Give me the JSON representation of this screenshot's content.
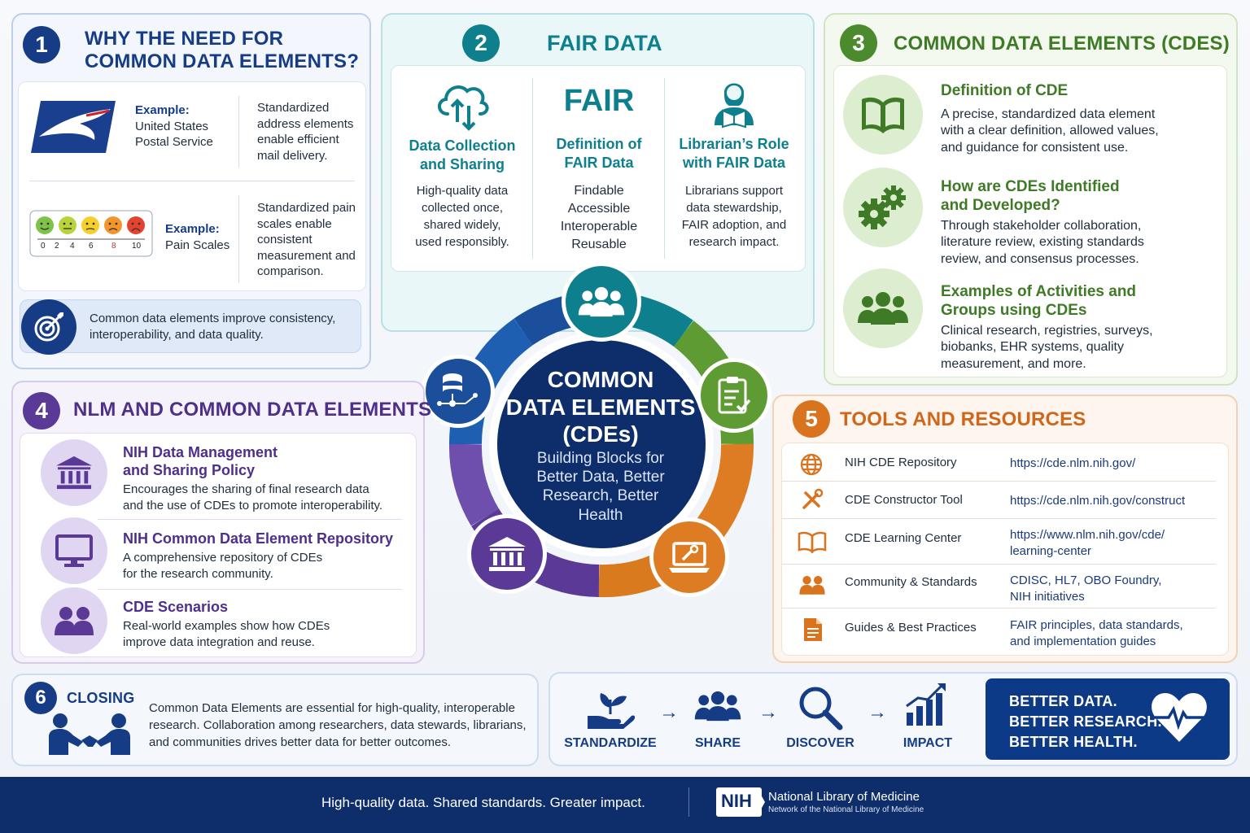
{
  "s1": {
    "number": "1",
    "title_line1": "WHY THE NEED FOR",
    "title_line2": "COMMON DATA ELEMENTS?",
    "usps": {
      "example_label": "Example:",
      "example_line1": "United States",
      "example_line2": "Postal Service",
      "desc": [
        "Standardized",
        "address elements",
        "enable efficient",
        "mail delivery."
      ]
    },
    "pain": {
      "scale_numbers": [
        "0",
        "2",
        "4",
        "6",
        "8",
        "10"
      ],
      "example_label": "Example:",
      "example_name": "Pain Scales",
      "desc": [
        "Standardized pain",
        "scales enable",
        "consistent",
        "measurement and",
        "comparison."
      ]
    },
    "callout_line1": "Common data elements improve consistency,",
    "callout_line2": "interoperability, and data quality."
  },
  "s2": {
    "number": "2",
    "title": "FAIR DATA",
    "col1": {
      "title_line1": "Data Collection",
      "title_line2": "and Sharing",
      "desc": [
        "High-quality data",
        "collected once,",
        "shared widely,",
        "used responsibly."
      ]
    },
    "col2": {
      "big": "FAIR",
      "title_line1": "Definition of",
      "title_line2": "FAIR Data",
      "desc": [
        "Findable",
        "Accessible",
        "Interoperable",
        "Reusable"
      ]
    },
    "col3": {
      "title_line1": "Librarian’s Role",
      "title_line2": "with FAIR Data",
      "desc": [
        "Librarians support",
        "data stewardship,",
        "FAIR adoption, and",
        "research impact."
      ]
    }
  },
  "s3": {
    "number": "3",
    "title": "COMMON DATA ELEMENTS (CDES)",
    "items": [
      {
        "title": [
          "Definition of CDE"
        ],
        "desc": [
          "A precise, standardized data element",
          "with a clear definition, allowed values,",
          "and guidance for consistent use."
        ]
      },
      {
        "title": [
          "How are CDEs Identified",
          "and Developed?"
        ],
        "desc": [
          "Through stakeholder collaboration,",
          "literature review, existing standards",
          "review, and consensus processes."
        ]
      },
      {
        "title": [
          "Examples of Activities and",
          "Groups using CDEs"
        ],
        "desc": [
          "Clinical research, registries, surveys,",
          "biobanks, EHR systems, quality",
          "measurement, and more."
        ]
      }
    ]
  },
  "center": {
    "title_line1": "COMMON",
    "title_line2": "DATA ELEMENTS",
    "title_line3": "(CDEs)",
    "sub": [
      "Building Blocks for",
      "Better Data, Better",
      "Research, Better",
      "Health"
    ]
  },
  "s4": {
    "number": "4",
    "title": "NLM AND COMMON DATA ELEMENTS",
    "items": [
      {
        "title": [
          "NIH Data Management",
          "and Sharing Policy"
        ],
        "desc": [
          "Encourages the sharing of final research data",
          "and the use of CDEs to promote interoperability."
        ]
      },
      {
        "title": [
          "NIH Common Data Element Repository"
        ],
        "desc": [
          "A comprehensive repository of CDEs",
          "for the research community."
        ]
      },
      {
        "title": [
          "CDE Scenarios"
        ],
        "desc": [
          "Real-world examples show how CDEs",
          "improve data integration and reuse."
        ]
      }
    ]
  },
  "s5": {
    "number": "5",
    "title": "TOOLS AND RESOURCES",
    "rows": [
      {
        "name": "NIH CDE Repository",
        "link": [
          "https://cde.nlm.nih.gov/"
        ]
      },
      {
        "name": "CDE Constructor Tool",
        "link": [
          "https://cde.nlm.nih.gov/construct"
        ]
      },
      {
        "name": "CDE Learning Center",
        "link": [
          "https://www.nlm.nih.gov/cde/",
          "learning-center"
        ]
      },
      {
        "name": "Community & Standards",
        "link": [
          "CDISC, HL7, OBO Foundry,",
          "NIH initiatives"
        ]
      },
      {
        "name": "Guides & Best Practices",
        "link": [
          "FAIR principles, data standards,",
          "and implementation guides"
        ]
      }
    ]
  },
  "s6": {
    "number": "6",
    "title": "CLOSING",
    "text": [
      "Common Data Elements are essential for high-quality, interoperable",
      "research. Collaboration among researchers, data stewards, librarians,",
      "and communities drives better data for better outcomes."
    ]
  },
  "flow": {
    "steps": [
      "STANDARDIZE",
      "SHARE",
      "DISCOVER",
      "IMPACT"
    ],
    "arrow": "→",
    "banner": [
      "BETTER DATA.",
      "BETTER RESEARCH.",
      "BETTER HEALTH."
    ]
  },
  "footer": {
    "tagline": "High-quality data. Shared standards. Greater impact.",
    "nih": "NIH",
    "org": "National Library of Medicine",
    "org_sub": "Network of the National Library of Medicine"
  },
  "colors": {
    "navy": "#0d2d6b",
    "teal": "#0e7f8c",
    "green": "#4c8a2e",
    "purple": "#5a3a96",
    "orange": "#d9731e",
    "blue": "#1b4f9c"
  },
  "icons": [
    "usps-eagle-logo",
    "pain-faces",
    "target-icon",
    "cloud-sync-icon",
    "librarian-icon",
    "book-icon",
    "gears-icon",
    "people-icon",
    "building-icon",
    "monitor-icon",
    "globe-icon",
    "tools-icon",
    "open-book-icon",
    "document-icon",
    "handshake-icon",
    "plant-hand-icon",
    "magnifier-icon",
    "bar-chart-icon",
    "heart-pulse-icon",
    "database-icon",
    "clipboard-icon",
    "laptop-wrench-icon"
  ]
}
